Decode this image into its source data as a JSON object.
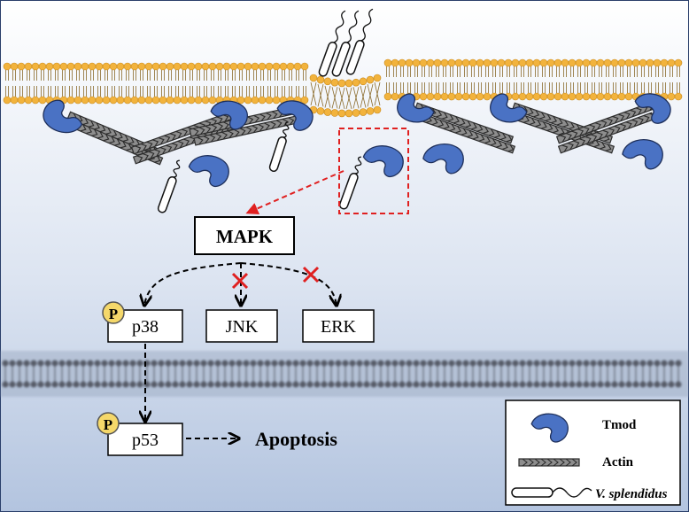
{
  "nodes": {
    "mapk": "MAPK",
    "p38": "p38",
    "jnk": "JNK",
    "erk": "ERK",
    "p53": "p53",
    "apoptosis": "Apoptosis",
    "phospho": "P"
  },
  "legend": {
    "tmod": "Tmod",
    "actin": "Actin",
    "vibrio": "V. splendidus"
  },
  "colors": {
    "background_top": "#ffffff",
    "background_bottom": "#b5c6e0",
    "membrane_head": "#f2b33d",
    "tmod": "#4a72c4",
    "inhibit": "#e02020",
    "phospho_badge": "#f5d86a"
  }
}
